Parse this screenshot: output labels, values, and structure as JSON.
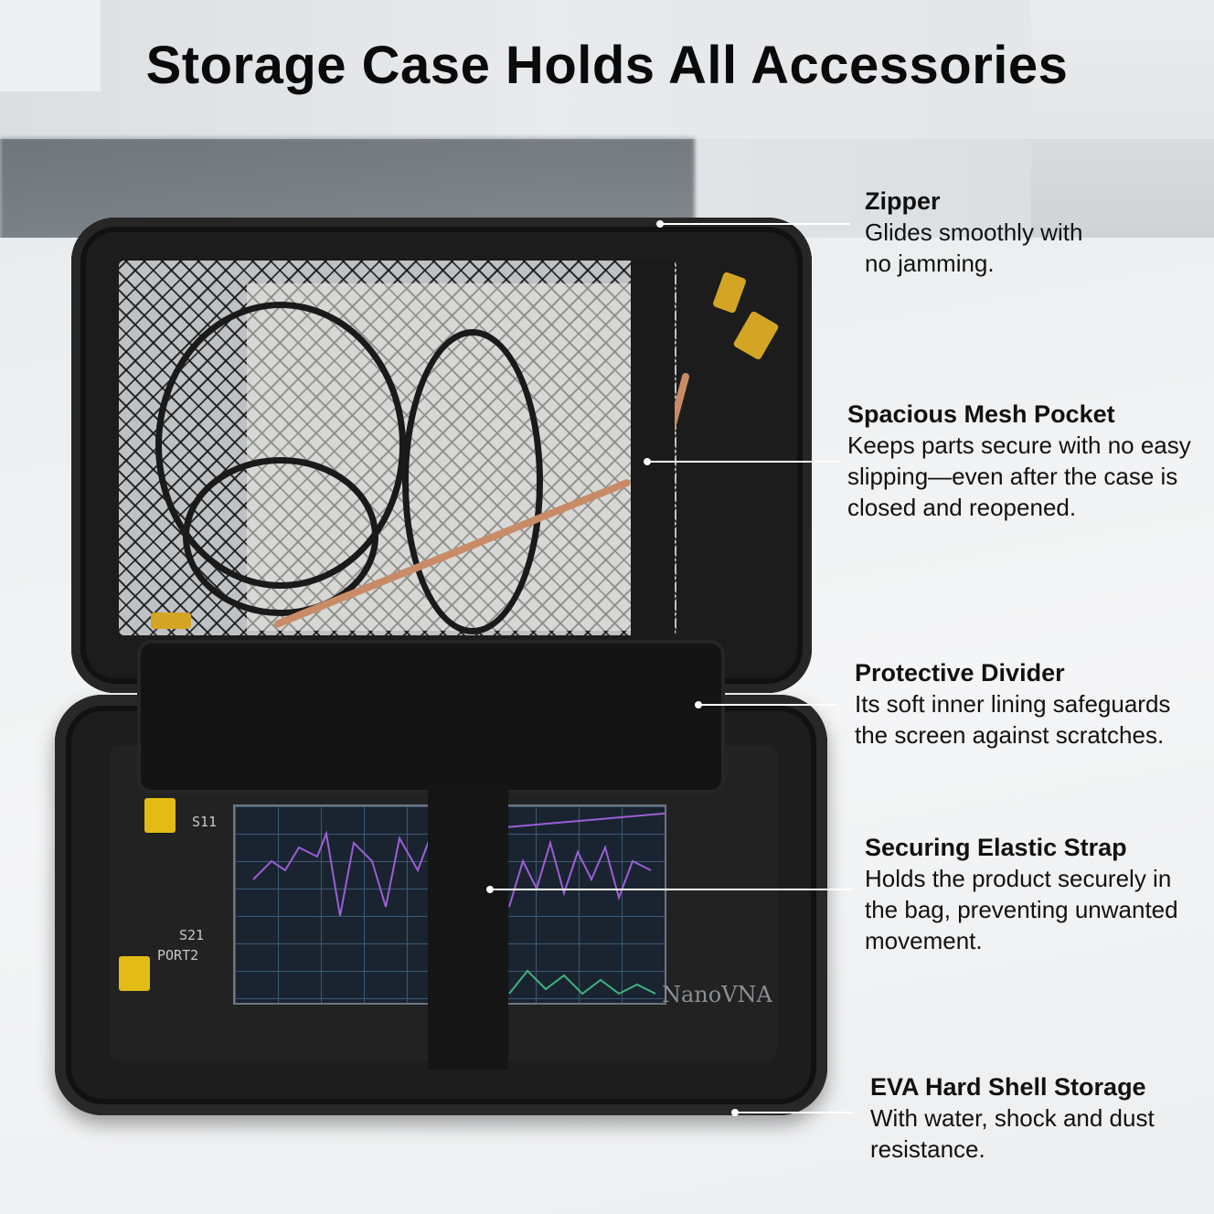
{
  "title": "Storage Case Holds All Accessories",
  "product": {
    "brand_label": "NanoVNA",
    "port_labels": [
      "S11",
      "S21",
      "PORT2"
    ]
  },
  "callouts": [
    {
      "heading": "Zipper",
      "lines": [
        "Glides smoothly with",
        "no jamming."
      ]
    },
    {
      "heading": "Spacious Mesh Pocket",
      "lines": [
        "Keeps parts secure with no easy",
        "slipping—even after the case is",
        "closed and reopened."
      ]
    },
    {
      "heading": "Protective Divider",
      "lines": [
        "Its soft inner lining safeguards",
        "the screen against scratches."
      ]
    },
    {
      "heading": "Securing Elastic Strap",
      "lines": [
        "Holds the product securely in",
        "the bag, preventing unwanted",
        "movement."
      ]
    },
    {
      "heading": "EVA Hard Shell Storage",
      "lines": [
        "With water, shock and dust",
        "resistance."
      ]
    }
  ],
  "colors": {
    "callout_line": "#ffffff",
    "title_text": "#0a0a0a",
    "case": "#1c1c1c",
    "sma_gold": "#d4a425"
  }
}
